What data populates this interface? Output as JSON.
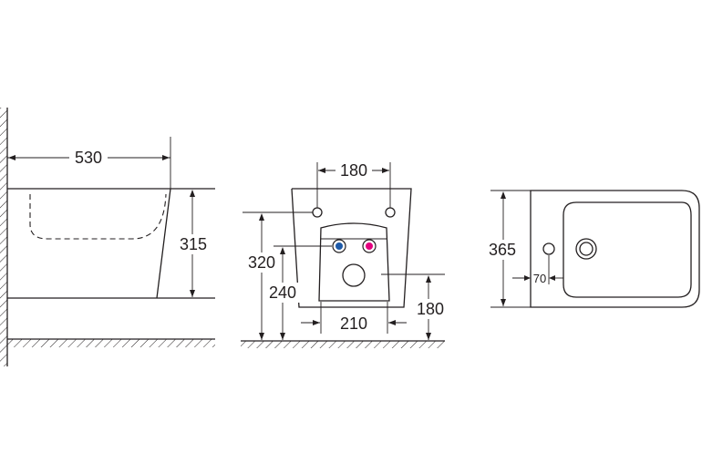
{
  "dimensions": {
    "side_depth": "530",
    "side_height": "315",
    "hole_spacing": "180",
    "inlet_height": "320",
    "outlet_height": "240",
    "bottom_height": "180",
    "panel_width": "210",
    "top_length": "365",
    "tap_offset": "70"
  },
  "colors": {
    "line": "#231f20",
    "hot_valve": "#e4007f",
    "cold_valve": "#1d5aa8"
  },
  "icons": [
    "cold-water-valve-icon",
    "hot-water-valve-icon",
    "drain-outlet-icon"
  ]
}
